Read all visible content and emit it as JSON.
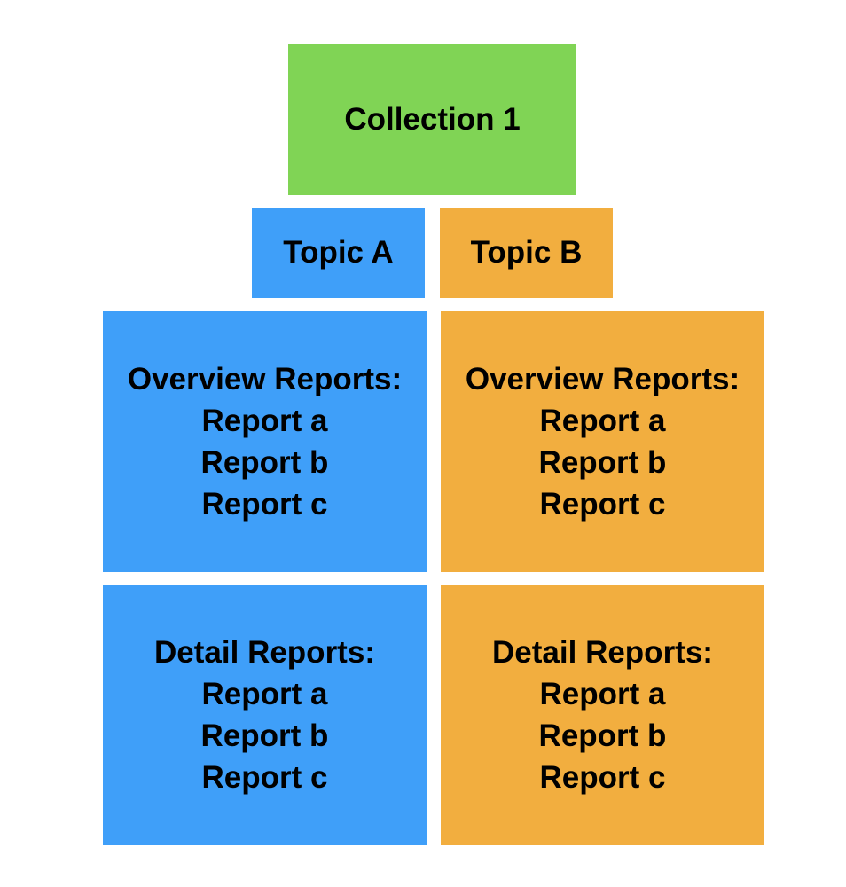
{
  "colors": {
    "collection": "#80d455",
    "topic_a": "#3f9ff9",
    "topic_b": "#f2ae3f",
    "text": "#000000",
    "background": "#ffffff"
  },
  "collection": {
    "label": "Collection 1"
  },
  "topics": [
    {
      "label": "Topic A",
      "overview": {
        "heading": "Overview Reports:",
        "items": [
          "Report a",
          "Report b",
          "Report c"
        ]
      },
      "detail": {
        "heading": "Detail Reports:",
        "items": [
          "Report a",
          "Report b",
          "Report c"
        ]
      }
    },
    {
      "label": "Topic B",
      "overview": {
        "heading": "Overview Reports:",
        "items": [
          "Report a",
          "Report b",
          "Report c"
        ]
      },
      "detail": {
        "heading": "Detail Reports:",
        "items": [
          "Report a",
          "Report b",
          "Report c"
        ]
      }
    }
  ]
}
